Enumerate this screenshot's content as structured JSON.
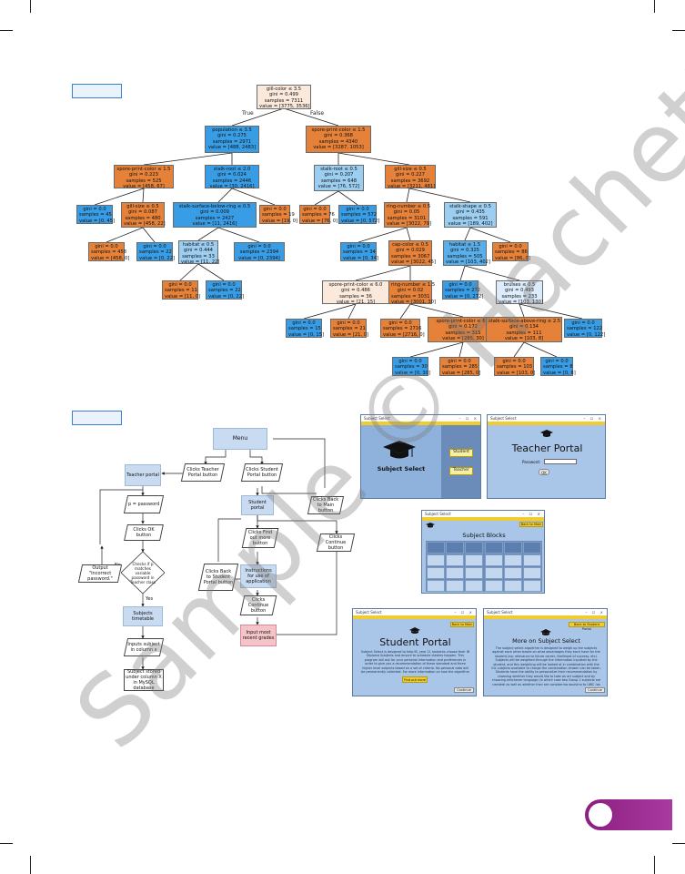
{
  "tree": {
    "edge_true": "True",
    "edge_false": "False",
    "nodes": [
      {
        "lines": [
          "gill-color ≤ 3.5",
          "gini = 0.499",
          "samples = 7311",
          "value = [3775, 3536]"
        ]
      },
      {
        "lines": [
          "population ≤ 3.5",
          "gini = 0.275",
          "samples = 2971",
          "value = [488, 2483]"
        ]
      },
      {
        "lines": [
          "spore-print-color ≤ 1.5",
          "gini = 0.368",
          "samples = 4340",
          "value = [3287, 1053]"
        ]
      },
      {
        "lines": [
          "spore-print-color ≤ 1.5",
          "gini = 0.223",
          "samples = 525",
          "value = [458, 67]"
        ]
      },
      {
        "lines": [
          "stalk-root ≤ 2.0",
          "gini = 0.024",
          "samples = 2446",
          "value = [30, 2416]"
        ]
      },
      {
        "lines": [
          "stalk-root ≤ 0.5",
          "gini = 0.207",
          "samples = 648",
          "value = [76, 572]"
        ]
      },
      {
        "lines": [
          "gill-size ≤ 0.5",
          "gini = 0.227",
          "samples = 3692",
          "value = [3211, 481]"
        ]
      },
      {
        "lines": [
          "gini = 0.0",
          "samples = 45",
          "value = [0, 45]"
        ]
      },
      {
        "lines": [
          "gill-size ≤ 0.5",
          "gini = 0.087",
          "samples = 480",
          "value = [458, 22]"
        ]
      },
      {
        "lines": [
          "stalk-surface-below-ring ≤ 0.5",
          "gini = 0.009",
          "samples = 2427",
          "value = [11, 2416]"
        ]
      },
      {
        "lines": [
          "gini = 0.0",
          "samples = 19",
          "value = [19, 0]"
        ]
      },
      {
        "lines": [
          "gini = 0.0",
          "samples = 76",
          "value = [76, 0]"
        ]
      },
      {
        "lines": [
          "gini = 0.0",
          "samples = 572",
          "value = [0, 572]"
        ]
      },
      {
        "lines": [
          "ring-number ≤ 0.5",
          "gini = 0.05",
          "samples = 3101",
          "value = [3022, 79]"
        ]
      },
      {
        "lines": [
          "stalk-shape ≤ 0.5",
          "gini = 0.435",
          "samples = 591",
          "value = [189, 402]"
        ]
      },
      {
        "lines": [
          "gini = 0.0",
          "samples = 458",
          "value = [458, 0]"
        ]
      },
      {
        "lines": [
          "gini = 0.0",
          "samples = 22",
          "value = [0, 22]"
        ]
      },
      {
        "lines": [
          "habitat ≤ 0.5",
          "gini = 0.444",
          "samples = 33",
          "value = [11, 22]"
        ]
      },
      {
        "lines": [
          "gini = 0.0",
          "samples = 2394",
          "value = [0, 2394]"
        ]
      },
      {
        "lines": [
          "gini = 0.0",
          "samples = 34",
          "value = [0, 34]"
        ]
      },
      {
        "lines": [
          "cap-color ≤ 0.5",
          "gini = 0.029",
          "samples = 3067",
          "value = [3022, 45]"
        ]
      },
      {
        "lines": [
          "habitat ≤ 1.5",
          "gini = 0.325",
          "samples = 505",
          "value = [103, 402]"
        ]
      },
      {
        "lines": [
          "gini = 0.0",
          "samples = 86",
          "value = [86, 0]"
        ]
      },
      {
        "lines": [
          "gini = 0.0",
          "samples = 11",
          "value = [11, 0]"
        ]
      },
      {
        "lines": [
          "gini = 0.0",
          "samples = 22",
          "value = [0, 22]"
        ]
      },
      {
        "lines": [
          "spore-print-color ≤ 6.0",
          "gini = 0.486",
          "samples = 36",
          "value = [21, 15]"
        ]
      },
      {
        "lines": [
          "ring-number ≤ 1.5",
          "gini = 0.02",
          "samples = 3031",
          "value = [3001, 30]"
        ]
      },
      {
        "lines": [
          "gini = 0.0",
          "samples = 272",
          "value = [0, 272]"
        ]
      },
      {
        "lines": [
          "bruises ≤ 0.5",
          "gini = 0.493",
          "samples = 233",
          "value = [103, 130]"
        ]
      },
      {
        "lines": [
          "gini = 0.0",
          "samples = 15",
          "value = [0, 15]"
        ]
      },
      {
        "lines": [
          "gini = 0.0",
          "samples = 21",
          "value = [21, 0]"
        ]
      },
      {
        "lines": [
          "gini = 0.0",
          "samples = 2716",
          "value = [2716, 0]"
        ]
      },
      {
        "lines": [
          "spore-print-color ≤ 6.0",
          "gini = 0.172",
          "samples = 315",
          "value = [285, 30]"
        ]
      },
      {
        "lines": [
          "stalk-surface-above-ring ≤ 2.5",
          "gini = 0.134",
          "samples = 111",
          "value = [103, 8]"
        ]
      },
      {
        "lines": [
          "gini = 0.0",
          "samples = 122",
          "value = [0, 122]"
        ]
      },
      {
        "lines": [
          "gini = 0.0",
          "samples = 30",
          "value = [0, 30]"
        ]
      },
      {
        "lines": [
          "gini = 0.0",
          "samples = 285",
          "value = [285, 0]"
        ]
      },
      {
        "lines": [
          "gini = 0.0",
          "samples = 103",
          "value = [103, 0]"
        ]
      },
      {
        "lines": [
          "gini = 0.0",
          "samples = 8",
          "value = [0, 8]"
        ]
      }
    ]
  },
  "flow": {
    "menu": "Menu",
    "clicks_teacher": "Clicks Teacher Portal button",
    "clicks_student": "Clicks Student Portal button",
    "teacher_portal": "Teacher portal",
    "p_password": "p = password",
    "clicks_ok": "Clicks OK button",
    "checks": "Checks if p matches variable password in Teacher class",
    "no": "No",
    "yes": "Yes",
    "output_incorrect": "Output \"Incorrect password.\"",
    "subjects_timetable": "Subjects timetable",
    "inputs_subject": "Inputs subject in column x",
    "subject_stored": "Subject stored under column X in MySQL database",
    "student_portal": "Student portal",
    "clicks_back_menu": "Clicks Back to Main button",
    "clicks_find_out": "Clicks Find out more button",
    "clicks_continue_a": "Clicks Continue button",
    "clicks_back_student": "Clicks Back to Student Portal button",
    "instructions": "Instructions for use of application",
    "clicks_continue_b": "Clicks Continue button",
    "input_grades": "Input most recent grades"
  },
  "screens": {
    "title_bar": "Subject Select",
    "title_controls": "– ☐ ×",
    "s1": {
      "title": "Subject Select",
      "student_btn": "Student",
      "teacher_btn": "Teacher"
    },
    "s2": {
      "title": "Teacher Portal",
      "password_label": "Password:",
      "ok_btn": "OK"
    },
    "s3": {
      "title": "Subject Blocks",
      "back_btn": "Back to Main"
    },
    "s4": {
      "title": "Student Portal",
      "back_btn": "Back to Main",
      "body": "Subject Select is designed to help IB, year 11 students choose their IB Diploma Subjects and ensure to schedule clashes happen. This program will ask for your personal information and preferences in order to give you a recommendation of these standard and three higher level subjects based on a set of criteria. No personal data will be permanently collected. For more information on how the algorithm works, click below.",
      "find_btn": "Find out more",
      "continue_btn": "Continue"
    },
    "s5": {
      "title": "More on Subject Select",
      "back_btn": "Back to Student Portal",
      "body": "The subject select algorithm is designed to weigh up the subjects against each other based on what advantages they each have for the student (eg: relevance to future career, likelihood of success, etc). Subjects will be weighted through the information inputted by the student, and this weighting will be looked at in combination with the IGL subjects available to charge the combination chosen can be taken. Students have the ability to personalize their recommendation by choosing whether they would like to take an art subject and by choosing whichever language (in which case two Group 1 subjects are needed) as well as whether they are considering applying to UWC (as this restricts the subjects the student can take).",
      "continue_btn": "Continue"
    }
  },
  "watermark": "Sample © Hachette Learning",
  "colors": {
    "accent": "#3a7fd0",
    "tab": "#9c2c8e"
  }
}
